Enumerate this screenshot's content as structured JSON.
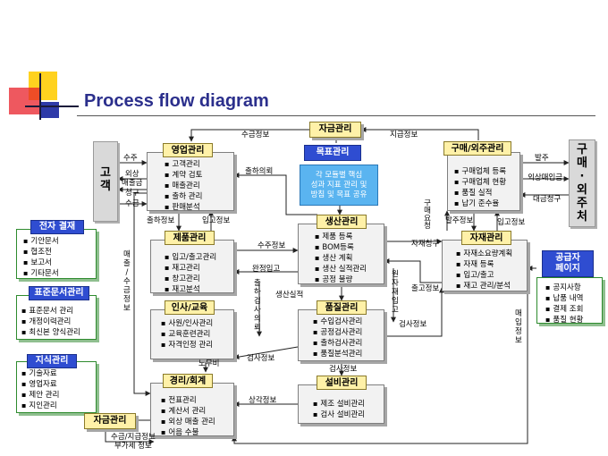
{
  "title": "Process flow diagram",
  "nodes": {
    "top_fund": {
      "title": "자금관리"
    },
    "goal": {
      "title": "목표관리",
      "text": [
        "각 모듈별 핵심",
        "성과 지표 관리 및",
        "방침 및 목표 공유"
      ]
    },
    "sales": {
      "title": "영업관리",
      "items": [
        "고객관리",
        "계약 검토",
        "매출관리",
        "출하 관리",
        "판매분석"
      ]
    },
    "product": {
      "title": "제품관리",
      "items": [
        "입고/출고관리",
        "재고관리",
        "창고관리",
        "재고분석"
      ]
    },
    "hr": {
      "title": "인사/교육",
      "items": [
        "사원/인사관리",
        "교육훈련관리",
        "자격인정 관리"
      ]
    },
    "account": {
      "title": "경리/회계",
      "items": [
        "전표관리",
        "계산서 관리",
        "외상 매출 관리",
        "어음 수불"
      ]
    },
    "production": {
      "title": "생산관리",
      "items": [
        "제품 등록",
        "BOM등록",
        "생산 계획",
        "생산 실적관리",
        "공정 불량"
      ]
    },
    "quality": {
      "title": "품질관리",
      "items": [
        "수입검사관리",
        "공정검사관리",
        "출하검사관리",
        "품질분석관리"
      ]
    },
    "facility": {
      "title": "설비관리",
      "items": [
        "제조 설비관리",
        "검사 설비관리"
      ]
    },
    "purchase": {
      "title": "구매/외주관리",
      "items": [
        "구매업체 등록",
        "구매업체 현황",
        "품질 실적",
        "납기 준수율"
      ]
    },
    "material": {
      "title": "자재관리",
      "items": [
        "자재소요량계획",
        "자재 등록",
        "입고/출고",
        "재고 관리/분석"
      ]
    },
    "edi": {
      "title": "전자 결재",
      "items": [
        "기안문서",
        "협조전",
        "보고서",
        "기타문서"
      ]
    },
    "standard_doc": {
      "title": "표준문서관리",
      "items": [
        "표준문서 관리",
        "개정이력관리",
        "최신본 양식관리"
      ]
    },
    "knowledge": {
      "title": "지식관리",
      "items": [
        "기술자료",
        "영업자료",
        "제안 관리",
        "지인관리"
      ]
    },
    "bottom_fund": {
      "title": "자금관리"
    },
    "supplier_page": {
      "title": [
        "공급자",
        "페이지"
      ],
      "items": [
        "공지사항",
        "납품 내역",
        "결제 조회",
        "품질 현황"
      ]
    },
    "customer": {
      "text": "고\n객"
    },
    "vendor": {
      "text": "구\n매\n·\n외\n주\n처"
    }
  },
  "labels": {
    "l1": "수금정보",
    "l2": "지급정보",
    "l3": "수주",
    "l4": "외상\n매출금",
    "l5": "청구",
    "l6": "수금",
    "l7": "출하의뢰",
    "l8": "발주",
    "l9": "외상매입금",
    "l10": "대금청구",
    "l11": "구매요청",
    "l12": "발주정보",
    "l13": "입고정보",
    "l14": "출하정보",
    "l15": "입고정보",
    "l16": "수주정보",
    "l17": "자재청구",
    "l18": "출고정보",
    "l19": "매\n출\n/\n수\n금\n정\n보",
    "l20": "완정입고",
    "l21": "출\n하\n검\n사\n의\n뢰",
    "l22": "생산실적",
    "l23": "원\n자\n재\n입\n고",
    "l24": "검사정보",
    "l25": "매\n입\n정\n보",
    "l26": "노무비",
    "l27": "검사정보",
    "l28": "검사정보",
    "l29": "상각정보",
    "l30": "수금/지급정보\n부가세 정보"
  },
  "colors": {
    "title": "#2b2f8c",
    "header_fill": "#fff1a8",
    "blue_header": "#2f4dd1",
    "goal_fill": "#5ab4f0",
    "panel_border_green": "#2e8b2e",
    "deco_yellow": "#ffd21f",
    "deco_red": "#e8202a",
    "deco_blue": "#2e3aa8"
  }
}
